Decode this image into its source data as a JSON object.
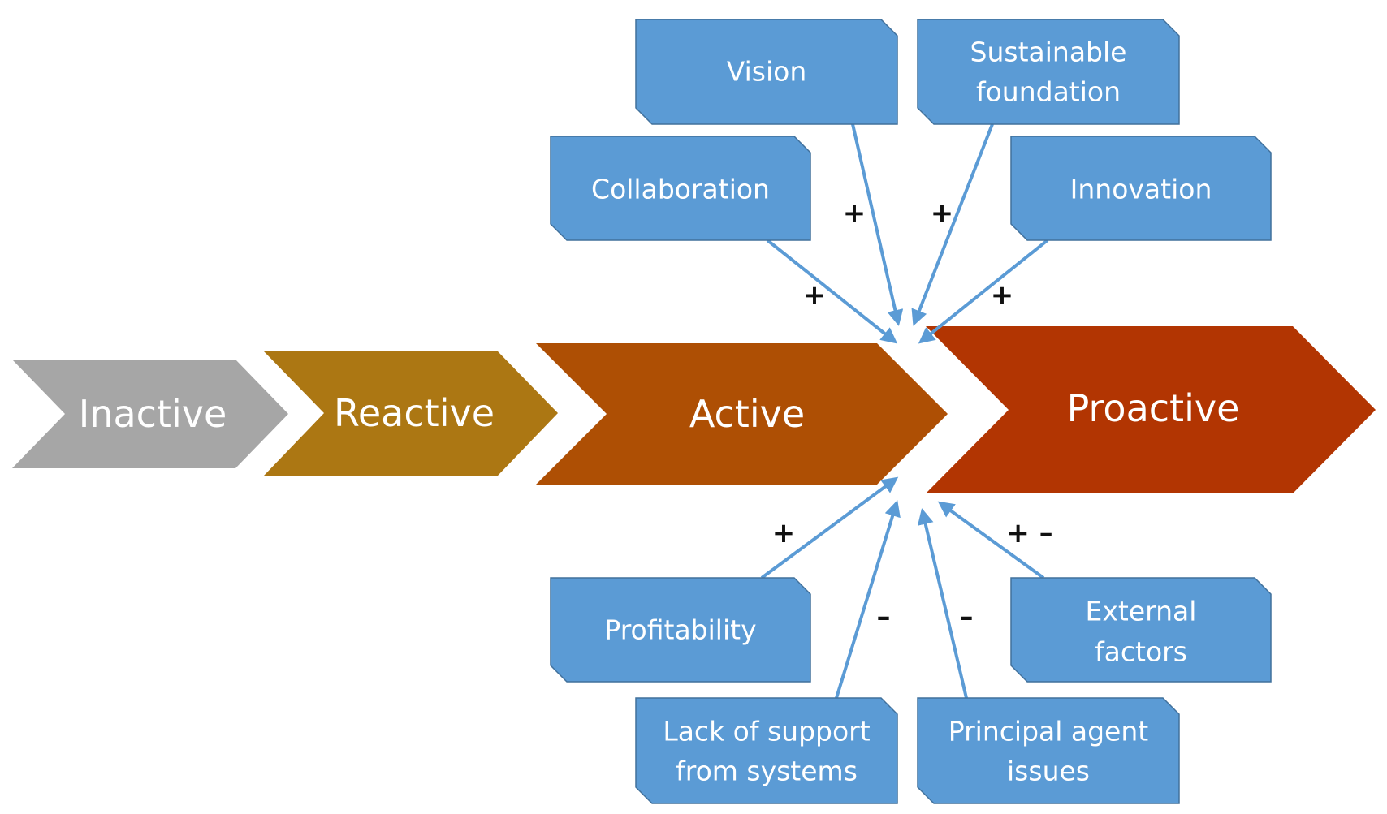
{
  "colors": {
    "inactive": "#a6a6a6",
    "reactive": "#ac7713",
    "active": "#ae4f04",
    "proactive": "#b23502",
    "box_fill": "#5b9bd5",
    "arrow": "#5b9bd5"
  },
  "stages": [
    {
      "label": "Inactive"
    },
    {
      "label": "Reactive"
    },
    {
      "label": "Active"
    },
    {
      "label": "Proactive"
    }
  ],
  "factors": [
    {
      "id": "vision",
      "lines": [
        "Vision"
      ],
      "sign": "+"
    },
    {
      "id": "sustainable-foundation",
      "lines": [
        "Sustainable",
        "foundation"
      ],
      "sign": "+"
    },
    {
      "id": "collaboration",
      "lines": [
        "Collaboration"
      ],
      "sign": "+"
    },
    {
      "id": "innovation",
      "lines": [
        "Innovation"
      ],
      "sign": "+"
    },
    {
      "id": "profitability",
      "lines": [
        "Profitability"
      ],
      "sign": "+"
    },
    {
      "id": "external-factors",
      "lines": [
        "External",
        "factors"
      ],
      "sign": "+ –"
    },
    {
      "id": "lack-of-support",
      "lines": [
        "Lack of support",
        "from systems"
      ],
      "sign": "–"
    },
    {
      "id": "principal-agent",
      "lines": [
        "Principal agent",
        "issues"
      ],
      "sign": "–"
    }
  ]
}
